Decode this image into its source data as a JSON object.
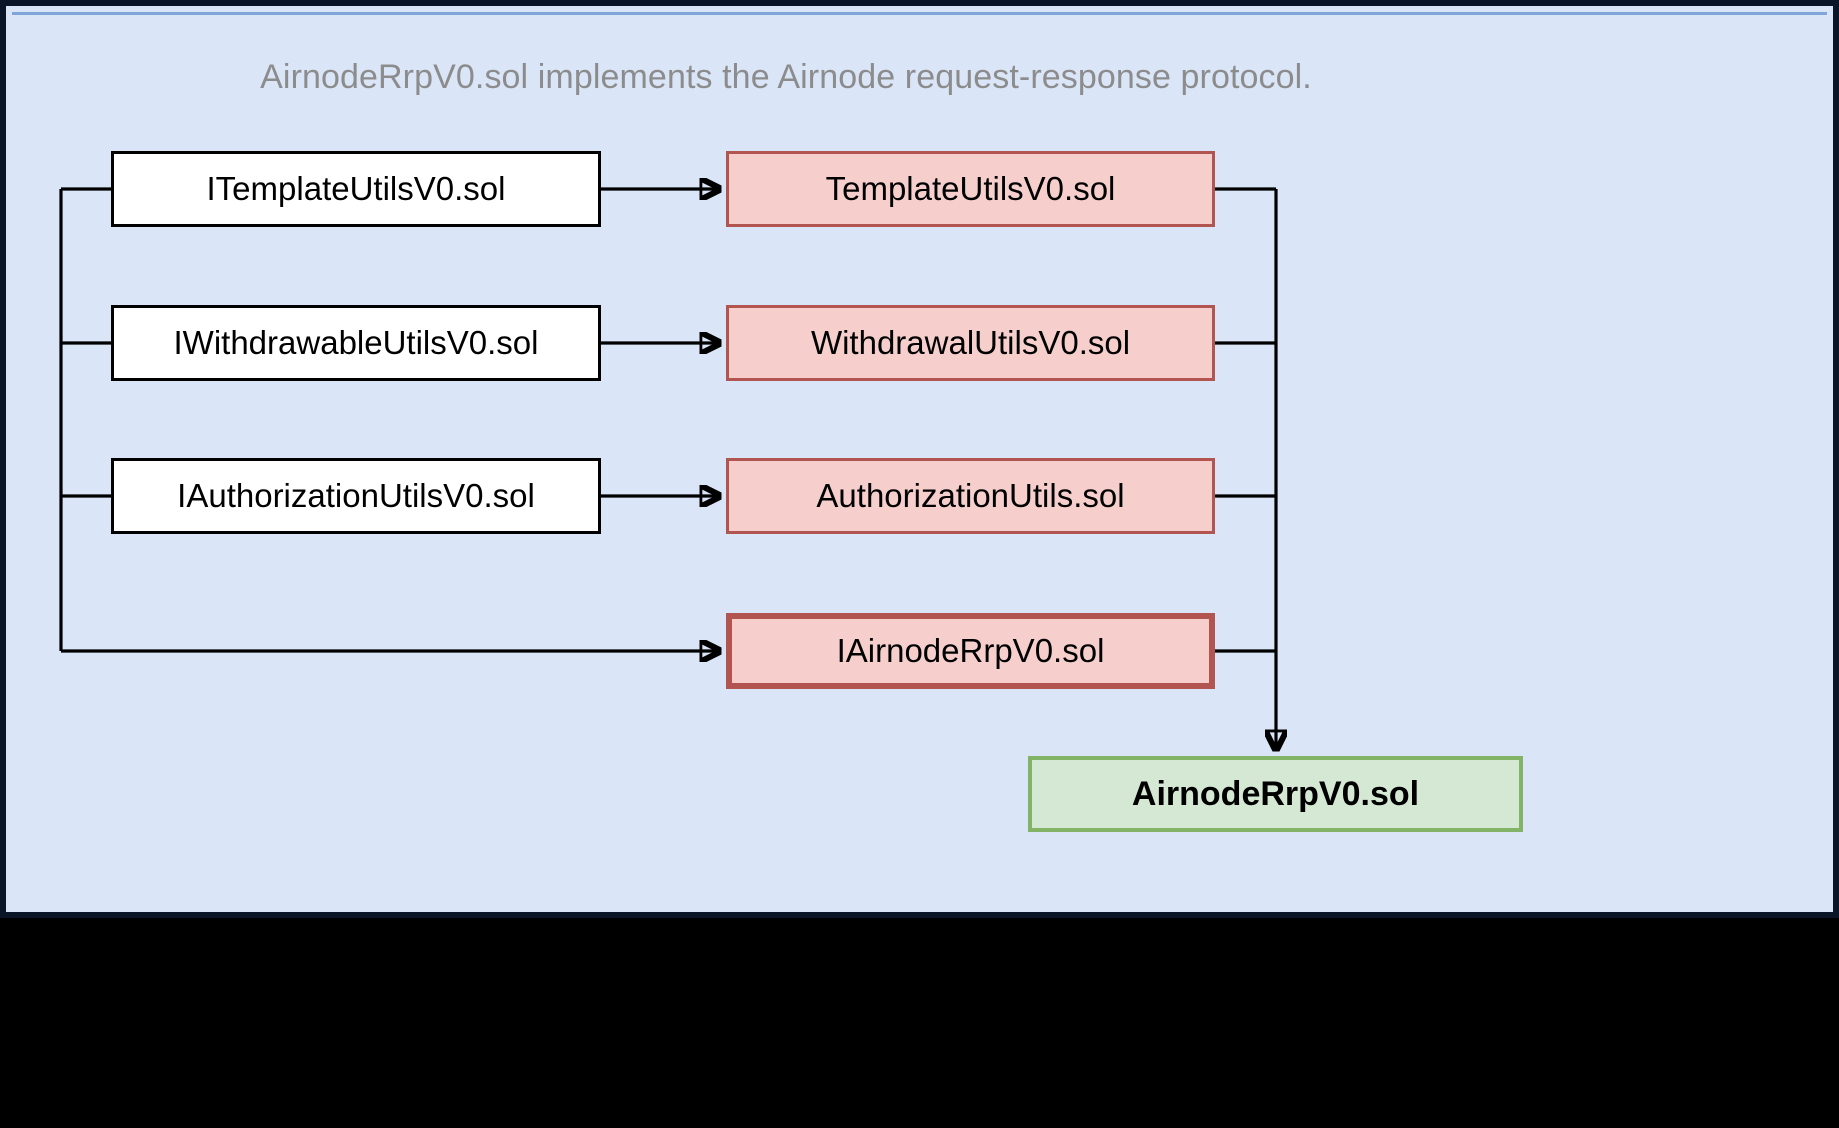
{
  "diagram": {
    "title": "AirnodeRrpV0.sol implements the Airnode request-response protocol.",
    "background_color": "#dae6f8",
    "frame_color": "#0b1528",
    "title_color": "#8c8c8c",
    "interface_nodes": [
      {
        "id": "itemplate",
        "label": "ITemplateUtilsV0.sol"
      },
      {
        "id": "iwithdrawable",
        "label": "IWithdrawableUtilsV0.sol"
      },
      {
        "id": "iauthorization",
        "label": "IAuthorizationUtilsV0.sol"
      }
    ],
    "implementation_nodes": [
      {
        "id": "template",
        "label": "TemplateUtilsV0.sol",
        "fill": "#f6cfcd",
        "stroke": "#b25450"
      },
      {
        "id": "withdrawal",
        "label": "WithdrawalUtilsV0.sol",
        "fill": "#f6cfcd",
        "stroke": "#b25450"
      },
      {
        "id": "authorization",
        "label": "AuthorizationUtils.sol",
        "fill": "#f6cfcd",
        "stroke": "#b25450"
      },
      {
        "id": "iairnoderrp",
        "label": "IAirnodeRrpV0.sol",
        "fill": "#f6cfcd",
        "stroke": "#b25450"
      }
    ],
    "target_node": {
      "id": "airnoderrp",
      "label": "AirnodeRrpV0.sol",
      "fill": "#d5e8d4",
      "stroke": "#82b366"
    }
  }
}
